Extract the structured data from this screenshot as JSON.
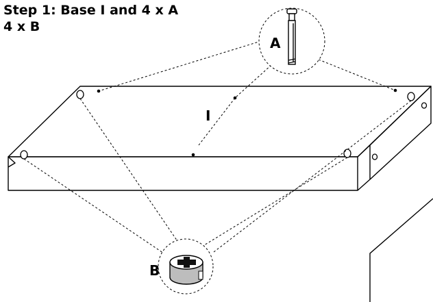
{
  "heading": {
    "line1": "Step 1: Base I and 4 x A",
    "line2": "4 x B"
  },
  "labels": {
    "base": "I",
    "dowel": "A",
    "cam_lock": "B"
  }
}
